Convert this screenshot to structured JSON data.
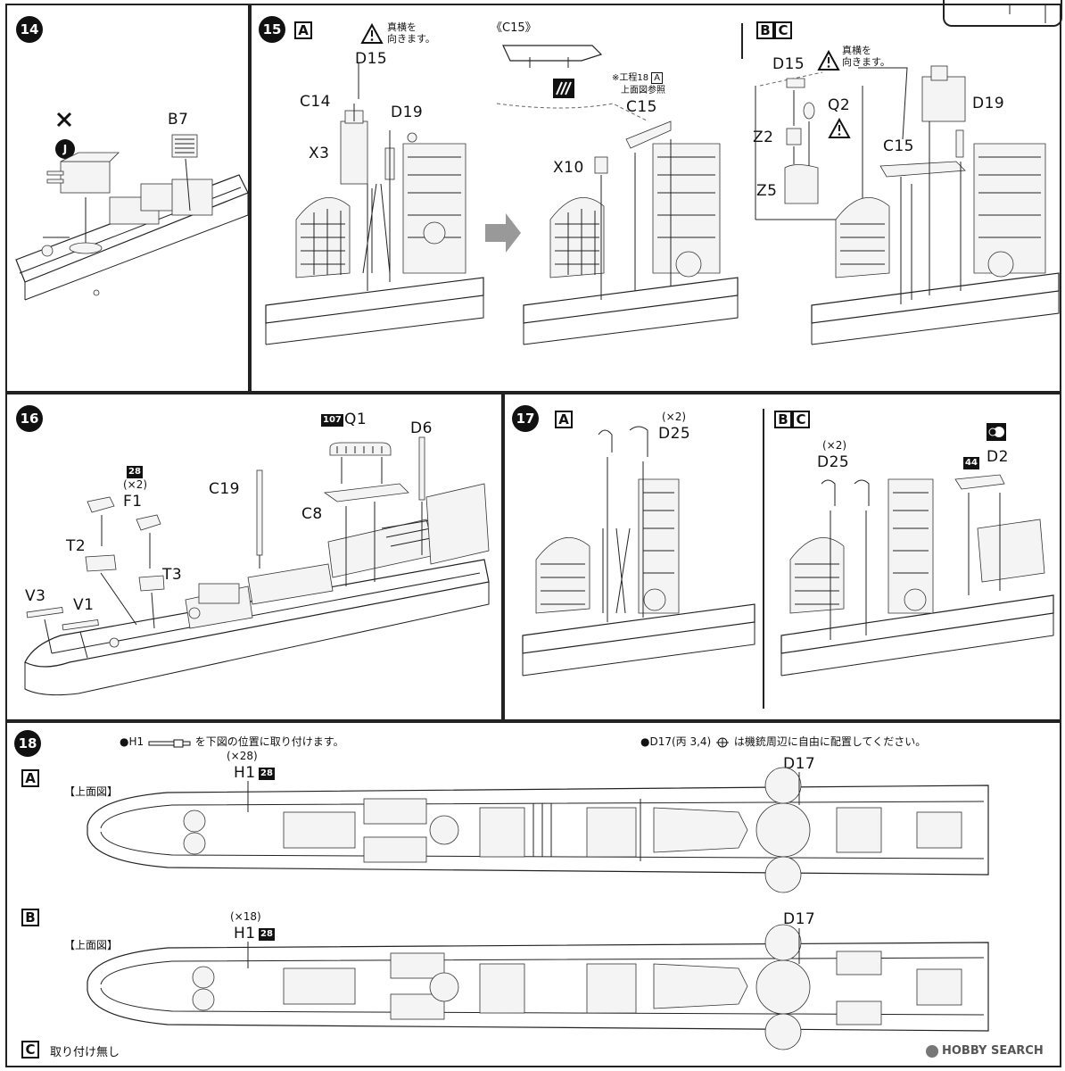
{
  "steps": {
    "s14": {
      "number": "14",
      "parts": [
        "B7"
      ],
      "icon_marker": "J"
    },
    "s15": {
      "number": "15",
      "variant_a": "A",
      "variant_bc": [
        "B",
        "C"
      ],
      "warning_text": "真横を\n向きます。",
      "warning_text_bc": "真横を\n向きます。",
      "part_labels_a": [
        "D15",
        "C14",
        "X3",
        "D19"
      ],
      "inset_title": "《C15》",
      "ref_note_line1": "※工程18",
      "ref_note_box": "A",
      "ref_note_line2": "上面図参照",
      "mid_labels": [
        "C15",
        "X10"
      ],
      "bc_labels": [
        "D15",
        "Q2",
        "Z2",
        "Z5",
        "C15",
        "D19"
      ]
    },
    "s16": {
      "number": "16",
      "labels": [
        "Q1",
        "D6",
        "C19",
        "C8",
        "F1",
        "T2",
        "T3",
        "V3",
        "V1"
      ],
      "q1_tag": "107",
      "f1_tag": "28",
      "f1_count": "(×2)"
    },
    "s17": {
      "number": "17",
      "variant_a": "A",
      "variant_bc": [
        "B",
        "C"
      ],
      "count_a": "(×2)",
      "label_a": "D25",
      "count_bc": "(×2)",
      "label_bc": "D25",
      "label_d2": "D2",
      "d2_tag": "44"
    },
    "s18": {
      "number": "18",
      "instruction_h1": "●H1",
      "instruction_h1_tail": "を下図の位置に取り付けます。",
      "instruction_d17": "●D17(丙 3,4)",
      "instruction_d17_tail": "は機銃周辺に自由に配置してください。",
      "row_a": {
        "letter": "A",
        "view_label": "【上面図】",
        "count": "(×28)",
        "part": "H1",
        "tag": "28",
        "part_right": "D17"
      },
      "row_b": {
        "letter": "B",
        "view_label": "【上面図】",
        "count": "(×18)",
        "part": "H1",
        "tag": "28",
        "part_right": "D17"
      },
      "row_c": {
        "letter": "C",
        "text": "取り付け無し"
      }
    }
  },
  "watermark": "HOBBY SEARCH"
}
